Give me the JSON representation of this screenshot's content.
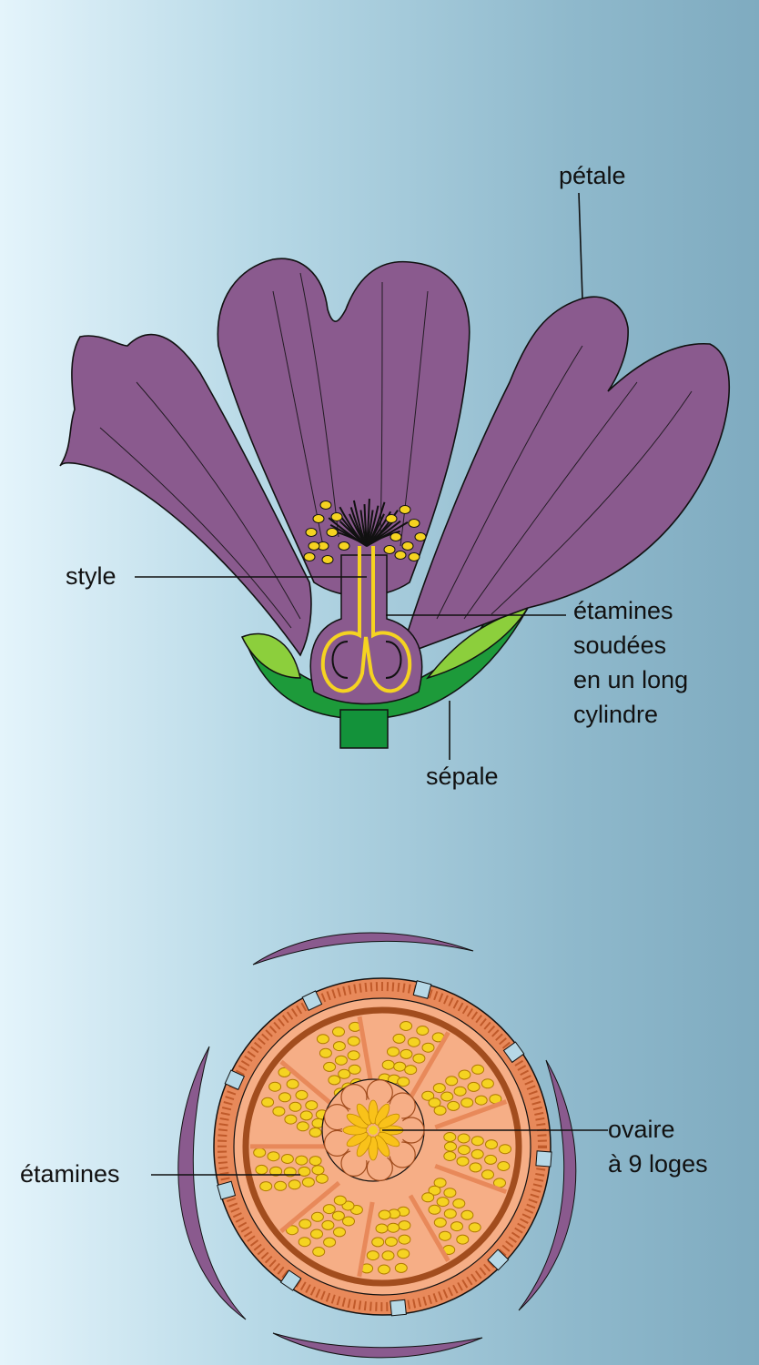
{
  "top_figure": {
    "labels": {
      "petal": "pétale",
      "style": "style",
      "stamens": [
        "étamines",
        "soudées",
        "en un long",
        "cylindre"
      ],
      "sepal": "sépale"
    }
  },
  "bottom_figure": {
    "labels": {
      "ovary": [
        "ovaire",
        "à 9 loges"
      ],
      "stamens": "étamines"
    }
  },
  "colors": {
    "petal": "#8a5a8e",
    "sepal_light": "#8ccf3c",
    "sepal_dark": "#1d9a3a",
    "stem": "#13923a",
    "anther": "#f5d321",
    "section_flesh": "#f6ae86",
    "section_border": "#e8895a",
    "section_ridge": "#a24d1e",
    "ovary_center": "#f9c21a"
  }
}
